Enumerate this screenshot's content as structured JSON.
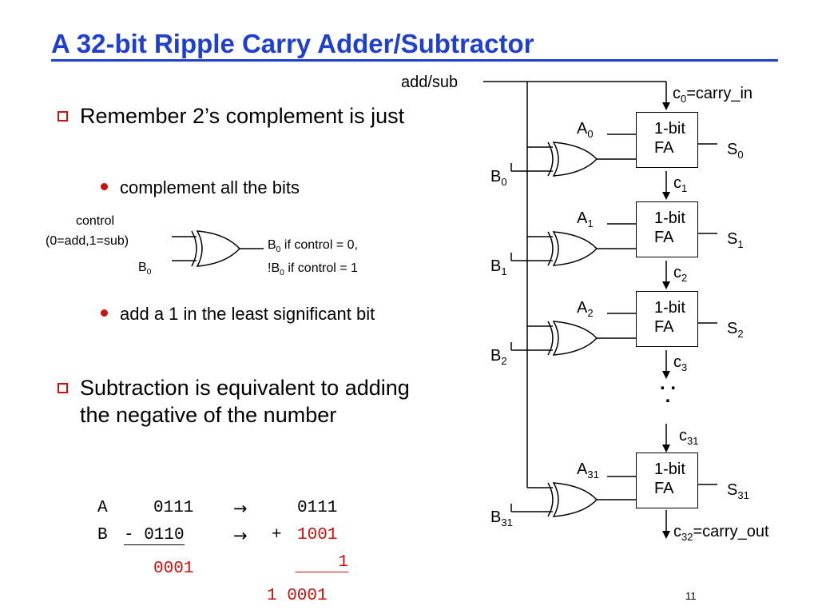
{
  "slide": {
    "title": "A 32-bit Ripple Carry Adder/Subtractor",
    "page_number": "11"
  },
  "bullets": {
    "b1": "Remember 2’s complement is just",
    "s1": "complement all the bits",
    "s2": "add a 1 in the least significant bit",
    "b2": "Subtraction is equivalent to adding the negative of the number"
  },
  "xor_example": {
    "control_line1": "control",
    "control_line2": "(0=add,1=sub)",
    "b_input": "B",
    "b_input_sub": "0",
    "out_line1_b": "B",
    "out_line1_sub": "0",
    "out_line1_rest": " if control = 0,",
    "out_line2_b": "!B",
    "out_line2_sub": "0",
    "out_line2_rest": " if control = 1"
  },
  "arithmetic": {
    "row1_label": "A",
    "row1_value": "0111",
    "row1_arrow": "→",
    "row1_result": "0111",
    "row2_label": "B",
    "row2_value": "- 0110",
    "row2_arrow": "→",
    "row2_plus": "+",
    "row2_result": "1001",
    "diff": "0001",
    "add_one": "1",
    "final": "1 0001"
  },
  "circuit": {
    "addsub_label": "add/sub",
    "c0_text": "c",
    "c0_sub": "0",
    "c0_rest": "=carry_in",
    "fa_line1": "1-bit",
    "fa_line2": "FA",
    "stages": [
      {
        "a": "A",
        "a_sub": "0",
        "b": "B",
        "b_sub": "0",
        "s": "S",
        "s_sub": "0",
        "c": "c",
        "c_sub": "1"
      },
      {
        "a": "A",
        "a_sub": "1",
        "b": "B",
        "b_sub": "1",
        "s": "S",
        "s_sub": "1",
        "c": "c",
        "c_sub": "2"
      },
      {
        "a": "A",
        "a_sub": "2",
        "b": "B",
        "b_sub": "2",
        "s": "S",
        "s_sub": "2",
        "c": "c",
        "c_sub": "3"
      },
      {
        "a": "A",
        "a_sub": "31",
        "b": "B",
        "b_sub": "31",
        "s": "S",
        "s_sub": "31",
        "c": "c",
        "c_sub": "31"
      }
    ],
    "ellipsis": ". . .",
    "c32_text": "c",
    "c32_sub": "32",
    "c32_rest": "=carry_out"
  },
  "colors": {
    "title": "#1f3fcc",
    "accent": "#cc1111"
  }
}
